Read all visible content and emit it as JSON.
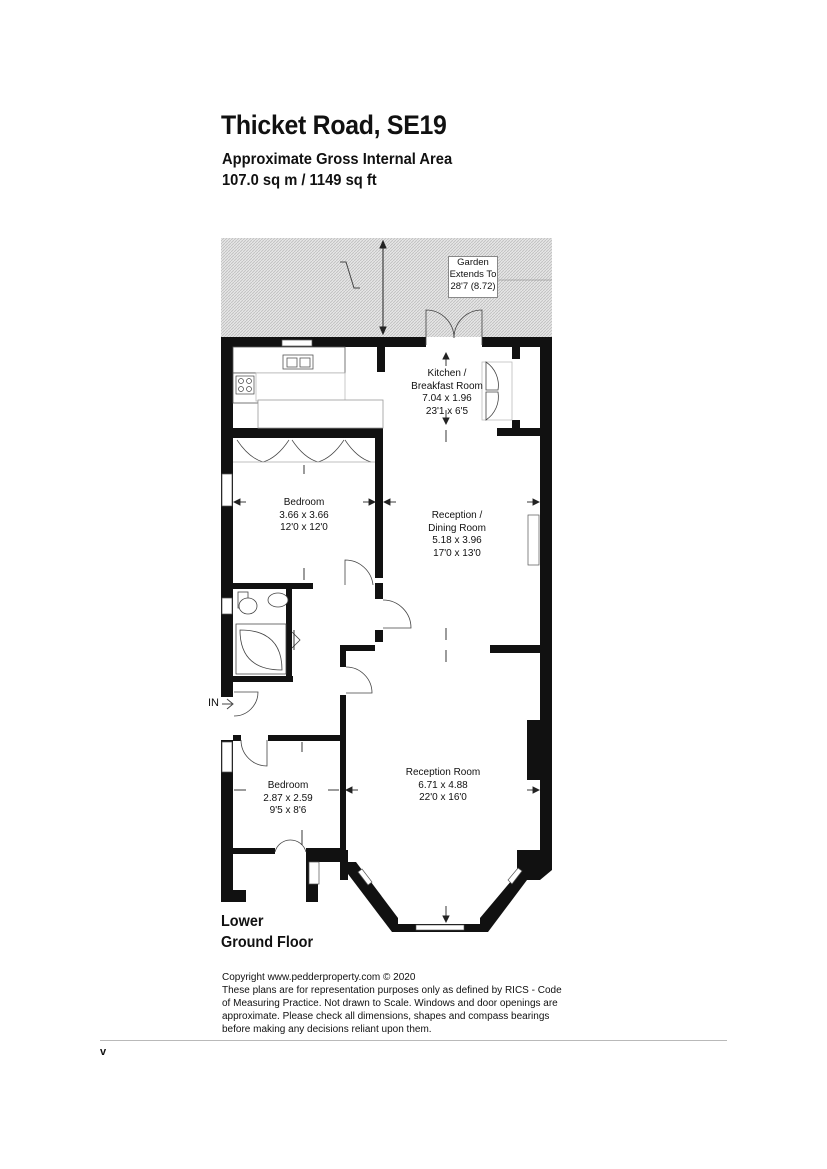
{
  "header": {
    "title": "Thicket Road, SE19",
    "area_label": "Approximate Gross Internal Area",
    "area_value": "107.0 sq m / 1149 sq ft"
  },
  "garden": {
    "line1": "Garden",
    "line2": "Extends To",
    "line3": "28'7 (8.72)"
  },
  "rooms": {
    "kitchen": {
      "name1": "Kitchen /",
      "name2": "Breakfast Room",
      "metric": "7.04 x 1.96",
      "imperial": "23'1 x 6'5"
    },
    "bedroom1": {
      "name1": "Bedroom",
      "metric": "3.66 x 3.66",
      "imperial": "12'0 x 12'0"
    },
    "reception_dining": {
      "name1": "Reception /",
      "name2": "Dining Room",
      "metric": "5.18 x 3.96",
      "imperial": "17'0 x 13'0"
    },
    "reception_room": {
      "name1": "Reception Room",
      "metric": "6.71 x 4.88",
      "imperial": "22'0 x 16'0"
    },
    "bedroom2": {
      "name1": "Bedroom",
      "metric": "2.87 x 2.59",
      "imperial": "9'5 x 8'6"
    }
  },
  "entrance_label": "IN",
  "floor_label": {
    "line1": "Lower",
    "line2": "Ground Floor"
  },
  "copyright": {
    "line1": "Copyright www.pedderproperty.com © 2020",
    "line2": "These plans are for representation purposes only as defined by RICS - Code",
    "line3": "of Measuring Practice. Not drawn to Scale. Windows and door openings are",
    "line4": "approximate. Please check all dimensions, shapes and compass bearings",
    "line5": "before making any decisions reliant upon them."
  },
  "footer_mark": "v",
  "colors": {
    "wall": "#111111",
    "hatch": "#c8c8c8",
    "line": "#555555",
    "rule": "#b9b9b9"
  }
}
